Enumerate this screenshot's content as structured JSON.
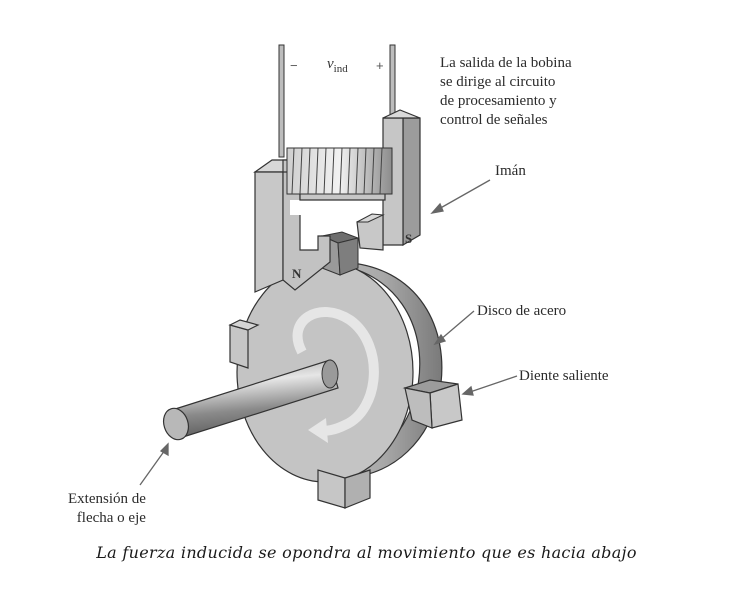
{
  "diagram": {
    "voltage": {
      "minus": "−",
      "plus": "+",
      "symbol": "v",
      "subscript": "ind"
    },
    "labels": {
      "coil_output": [
        "La salida de la bobina",
        "se dirige al circuito",
        "de procesamiento y",
        "control de señales"
      ],
      "magnet": "Imán",
      "steel_disk": "Disco de acero",
      "tooth": "Diente saliente",
      "shaft": [
        "Extensión de",
        "flecha o eje"
      ]
    },
    "poles": {
      "north": "N",
      "south": "S"
    },
    "caption": "La fuerza inducida se opondra al movimiento que es hacia abajo"
  }
}
